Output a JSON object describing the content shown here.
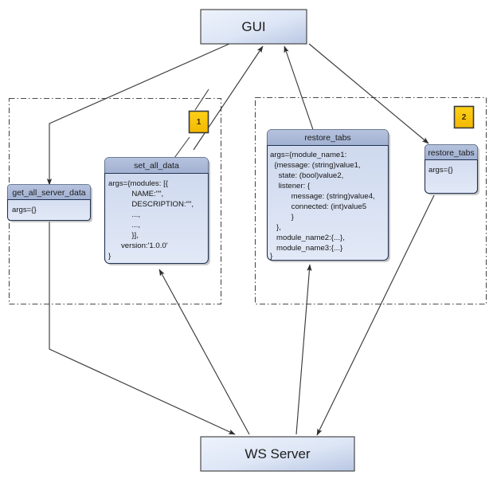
{
  "diagram": {
    "title_top": "GUI",
    "title_bottom": "WS Server",
    "badges": [
      {
        "name": "group-1-badge",
        "label": "1"
      },
      {
        "name": "group-2-badge",
        "label": "2"
      }
    ],
    "nodes": {
      "gui": {
        "label": "GUI"
      },
      "ws_server": {
        "label": "WS Server"
      },
      "get_all_server_data": {
        "title": "get_all_server_data",
        "body": [
          "args={}"
        ]
      },
      "set_all_data": {
        "title": "set_all_data",
        "body": [
          "args={modules: [{",
          "           NAME:\"\",",
          "           DESCRIPTION:\"\",",
          "           ...,",
          "           ...,",
          "           }],",
          "      version:'1.0.0'",
          "}"
        ]
      },
      "restore_tabs_detailed": {
        "title": "restore_tabs",
        "body": [
          "args={module_name1:",
          "  {message: (string)value1,",
          "    state: (bool)value2,",
          "    listener: {",
          "          message: (string)value4,",
          "          connected: (int)value5",
          "          }",
          "   },",
          "   module_name2:{...},",
          "   module_name3:{...}",
          "}"
        ]
      },
      "restore_tabs_simple": {
        "title": "restore_tabs",
        "body": [
          "args={}"
        ]
      }
    },
    "colors": {
      "node_header": "#aab7d6",
      "node_body_top": "#cdd8ee",
      "node_body_bottom": "#dfe7f6",
      "node_border": "#21324f",
      "badge_fill": "#fcc200",
      "badge_border": "#3a3a3a",
      "connector": "#3a3a3a",
      "group_border": "#4a4a4a",
      "bar_fill_light": "#e8eefb",
      "bar_fill_dark": "#b6c5e2"
    }
  }
}
